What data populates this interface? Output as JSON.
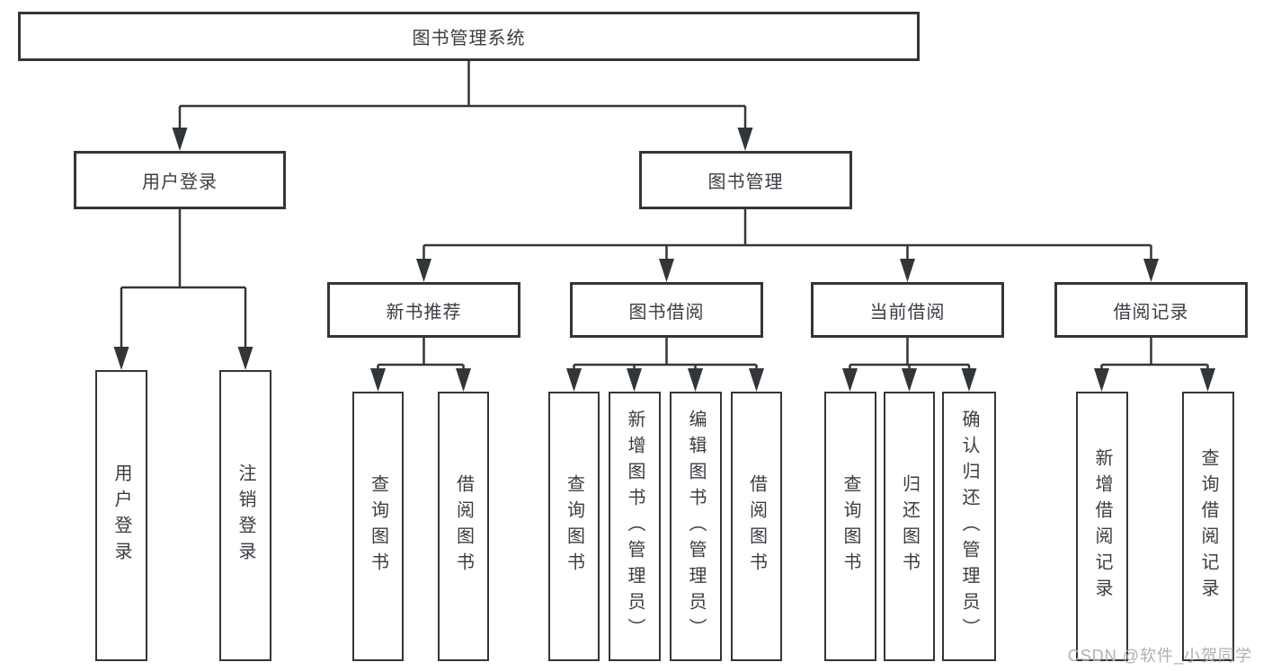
{
  "diagram": {
    "type": "hierarchy-tree",
    "line_color": "#333639",
    "text_color": "#3a3d42",
    "root": {
      "label": "图书管理系统",
      "children": [
        {
          "label": "用户登录",
          "children": [
            {
              "label": "用户登录"
            },
            {
              "label": "注销登录"
            }
          ]
        },
        {
          "label": "图书管理",
          "children": [
            {
              "label": "新书推荐",
              "children": [
                {
                  "label": "查询图书"
                },
                {
                  "label": "借阅图书"
                }
              ]
            },
            {
              "label": "图书借阅",
              "children": [
                {
                  "label": "查询图书"
                },
                {
                  "label": "新增图书（管理员）"
                },
                {
                  "label": "编辑图书（管理员）"
                },
                {
                  "label": "借阅图书"
                }
              ]
            },
            {
              "label": "当前借阅",
              "children": [
                {
                  "label": "查询图书"
                },
                {
                  "label": "归还图书"
                },
                {
                  "label": "确认归还（管理员）"
                }
              ]
            },
            {
              "label": "借阅记录",
              "children": [
                {
                  "label": "新增借阅记录"
                },
                {
                  "label": "查询借阅记录"
                }
              ]
            }
          ]
        }
      ]
    }
  },
  "watermark": {
    "text": "CSDN @软件_小贺同学",
    "color": "#b0b0b0"
  }
}
